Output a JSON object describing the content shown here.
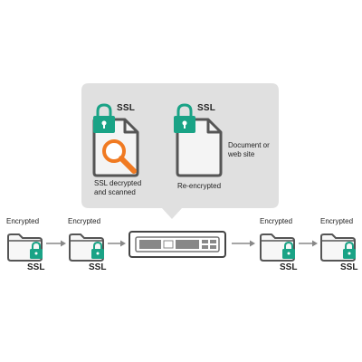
{
  "callout": {
    "left_item": {
      "ssl_label": "SSL",
      "caption": "SSL decrypted and scanned"
    },
    "right_item": {
      "ssl_label": "SSL",
      "caption": "Re-encrypted"
    },
    "doc_caption": "Document or web site"
  },
  "flow": {
    "nodes": [
      {
        "top_label": "Encrypted",
        "bottom_label": "SSL"
      },
      {
        "top_label": "Encrypted",
        "bottom_label": "SSL"
      },
      {
        "top_label": "Encrypted",
        "bottom_label": "SSL"
      },
      {
        "top_label": "Encrypted",
        "bottom_label": "SSL"
      }
    ],
    "appliance": "network-appliance"
  },
  "colors": {
    "callout_bg": "#e0e0e0",
    "lock": "#1aa386",
    "magnifier": "#f07a22",
    "outline": "#555555",
    "arrow": "#888888"
  },
  "icons": [
    "document-icon",
    "lock-icon",
    "magnifier-icon",
    "folder-icon",
    "arrow-icon",
    "appliance-icon"
  ]
}
